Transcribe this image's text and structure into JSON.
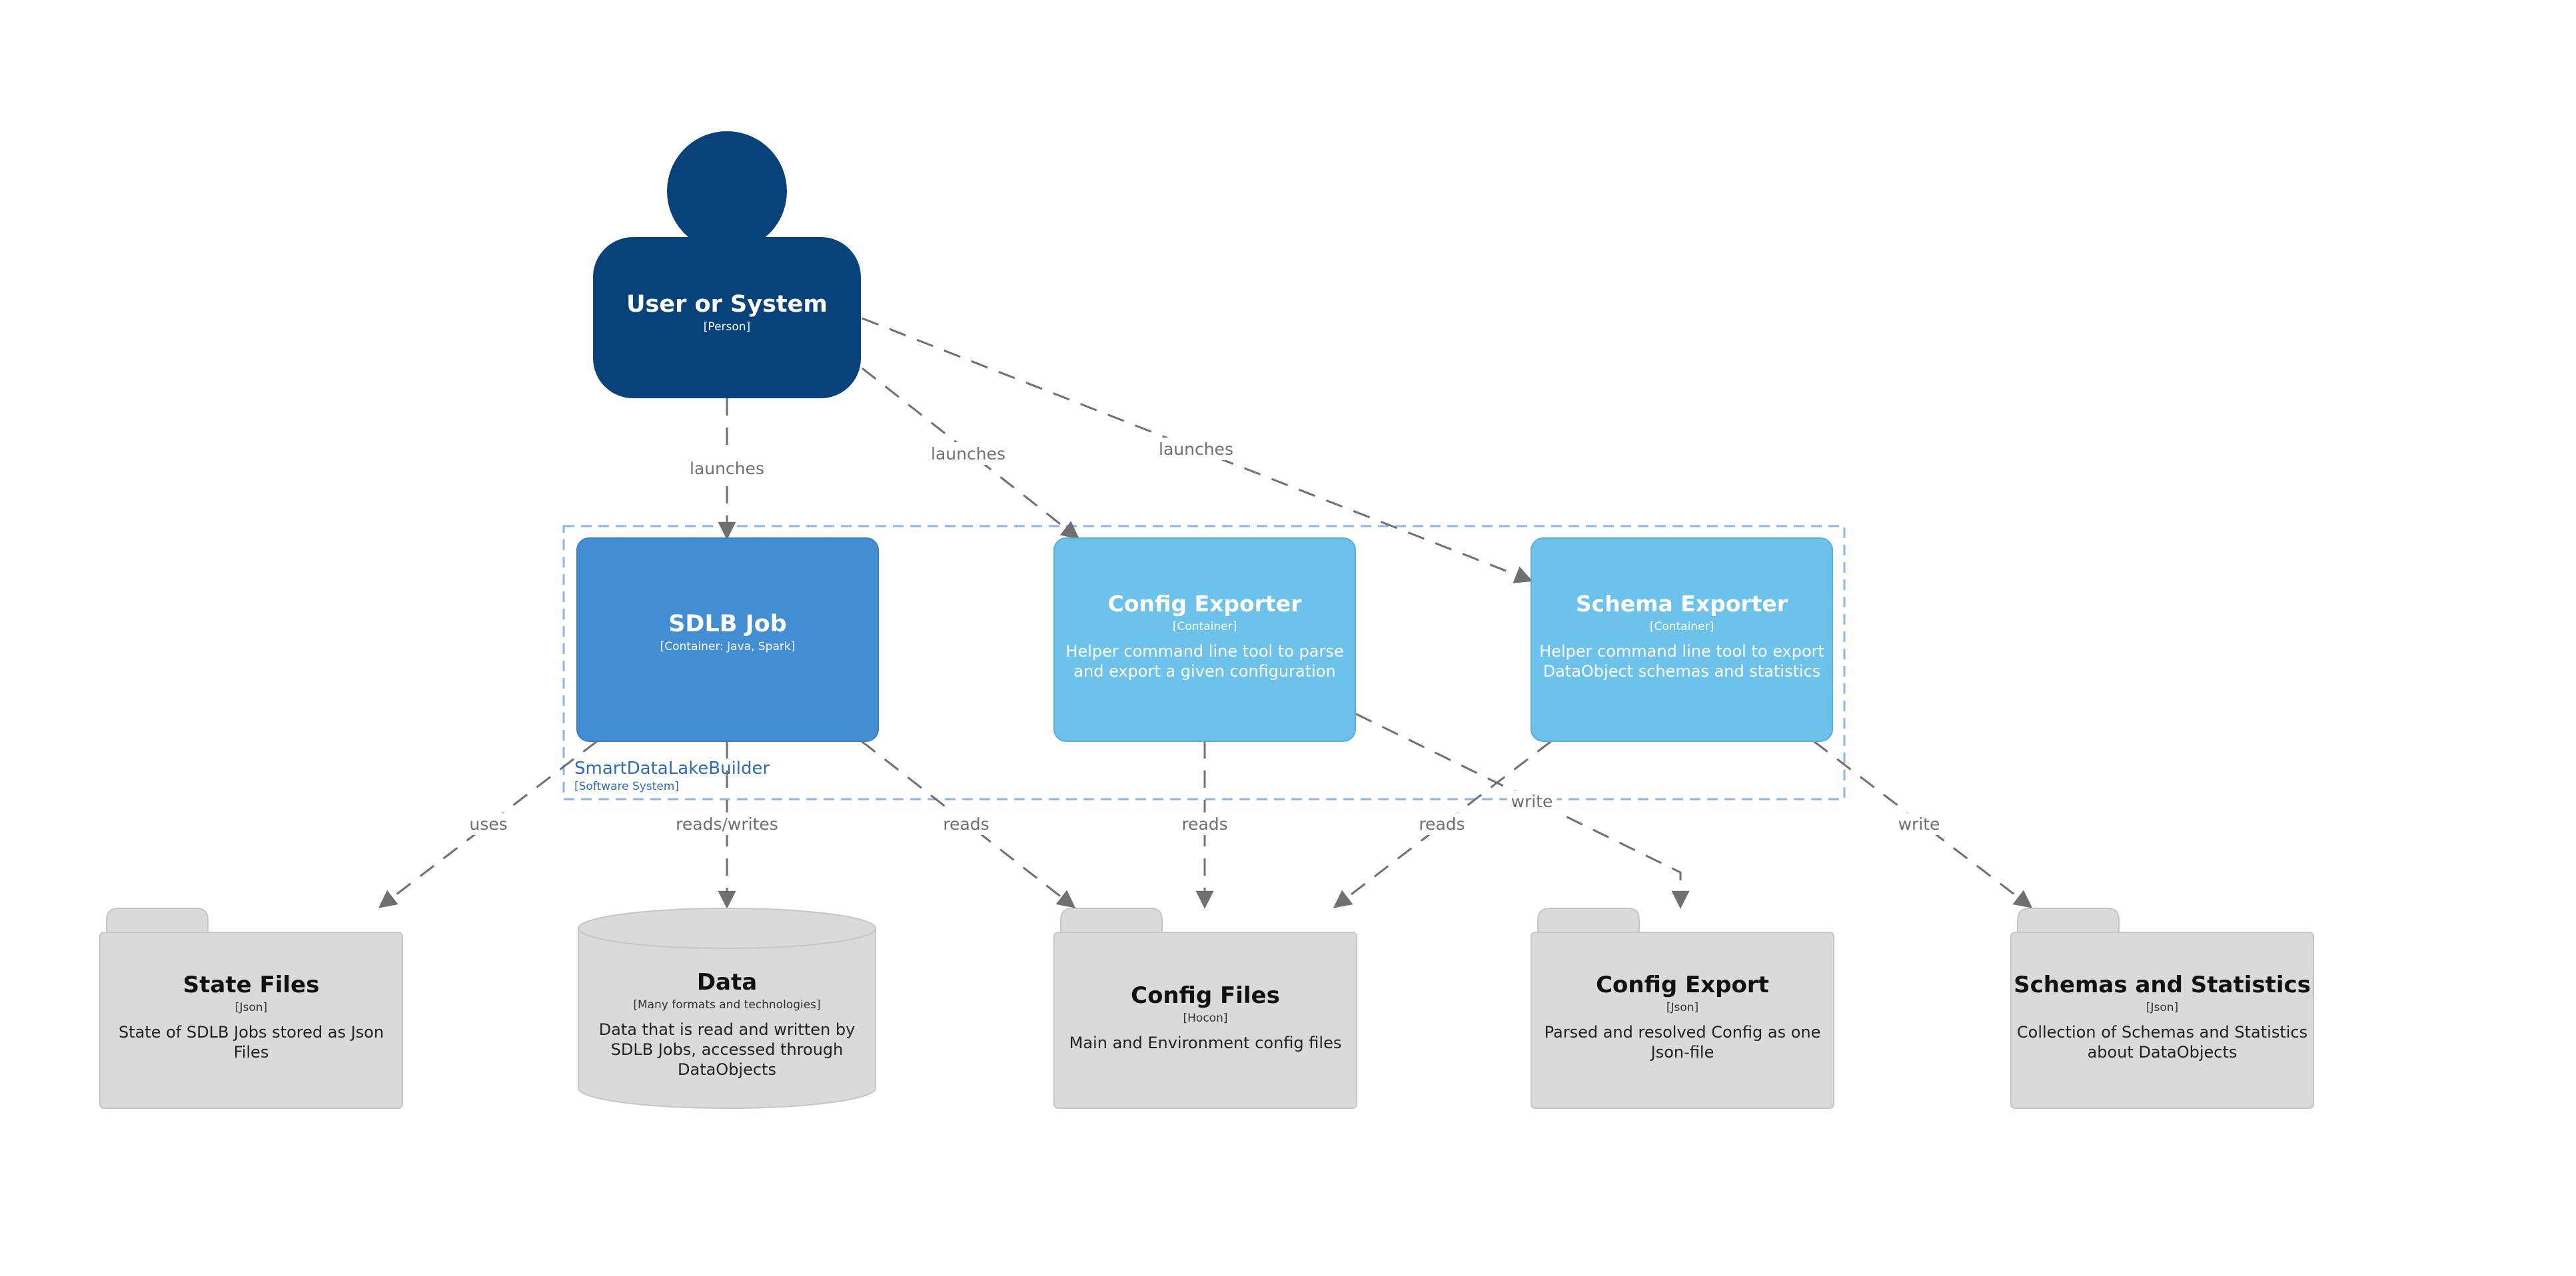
{
  "diagram": {
    "person": {
      "name": "User or System",
      "type": "[Person]"
    },
    "boundary": {
      "name": "SmartDataLakeBuilder",
      "type": "[Software System]"
    },
    "containers": {
      "sdlb_job": {
        "name": "SDLB Job",
        "type": "[Container: Java, Spark]"
      },
      "config_exporter": {
        "name": "Config Exporter",
        "type": "[Container]",
        "desc_line1": "Helper command line tool to parse",
        "desc_line2": "and export a given configuration"
      },
      "schema_exporter": {
        "name": "Schema Exporter",
        "type": "[Container]",
        "desc_line1": "Helper command line tool to export",
        "desc_line2": "DataObject schemas and statistics"
      }
    },
    "stores": {
      "state_files": {
        "name": "State Files",
        "type": "[Json]",
        "desc_line1": "State of SDLB Jobs stored as Json",
        "desc_line2": "Files"
      },
      "data": {
        "name": "Data",
        "type": "[Many formats and technologies]",
        "desc_line1": "Data that is read and written by",
        "desc_line2": "SDLB Jobs, accessed through",
        "desc_line3": "DataObjects"
      },
      "config_files": {
        "name": "Config Files",
        "type": "[Hocon]",
        "desc_line1": "Main and Environment config files"
      },
      "config_export": {
        "name": "Config Export",
        "type": "[Json]",
        "desc_line1": "Parsed and resolved Config as one",
        "desc_line2": "Json-file"
      },
      "schemas_stats": {
        "name": "Schemas and Statistics",
        "type": "[Json]",
        "desc_line1": "Collection of Schemas and Statistics",
        "desc_line2": "about DataObjects"
      }
    },
    "relations": {
      "launches_sdlb": "launches",
      "launches_config": "launches",
      "launches_schema": "launches",
      "uses": "uses",
      "reads_writes": "reads/writes",
      "sdlb_reads": "reads",
      "config_reads": "reads",
      "config_write": "write",
      "schema_reads": "reads",
      "schema_write": "write"
    },
    "colors": {
      "person": "#08427B",
      "sdlb_job": "#438DD5",
      "exporter": "#6CC2EA",
      "store": "#DADADA",
      "boundary": "#8BB6E6",
      "arrow": "#707070"
    }
  }
}
